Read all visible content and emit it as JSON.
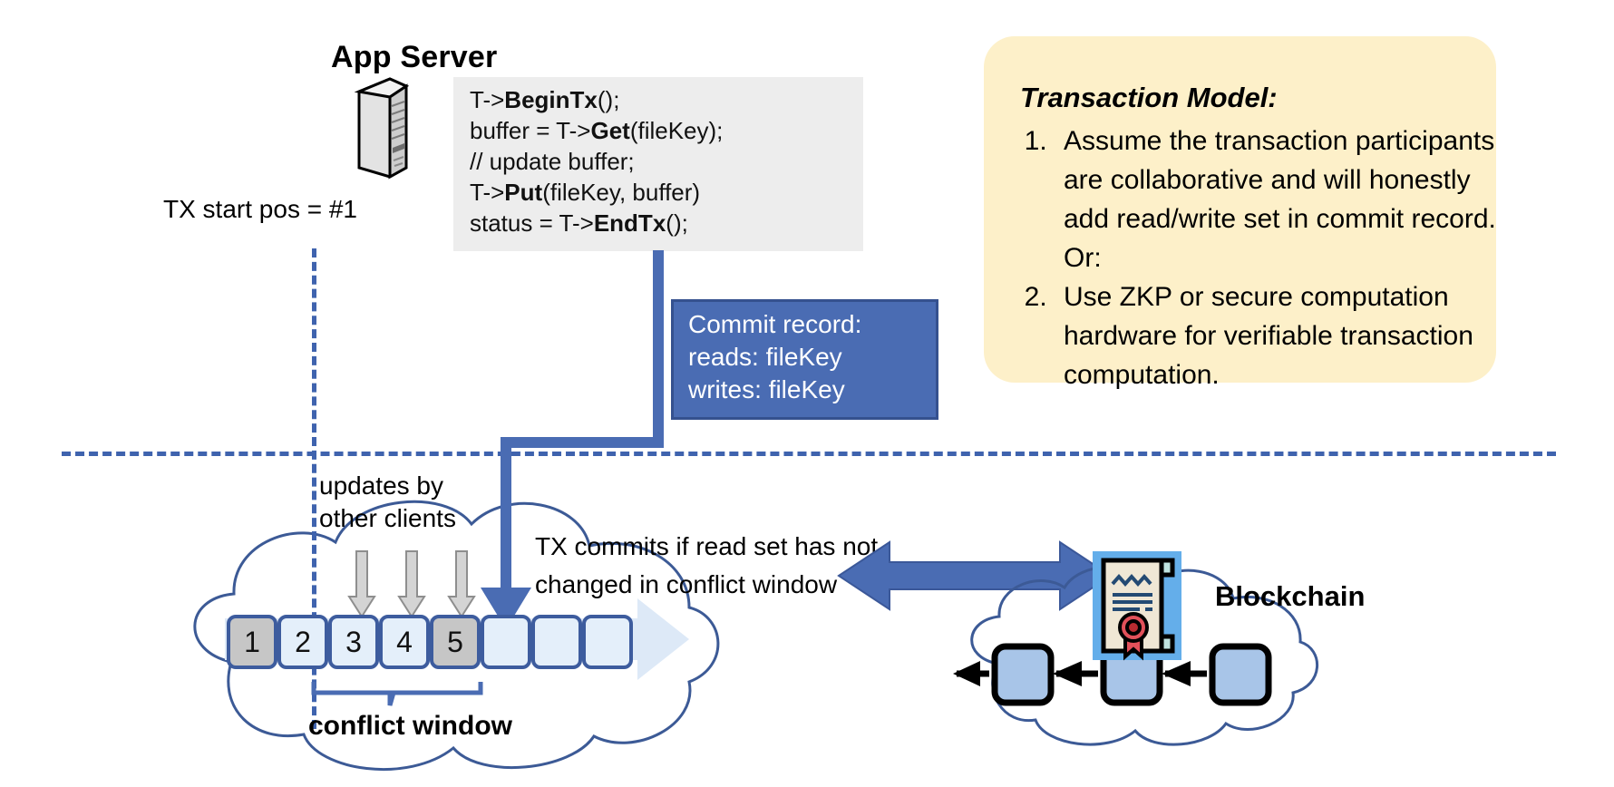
{
  "app_server": {
    "title": "App Server",
    "icon": "server-tower-icon",
    "code_lines": [
      {
        "pre": "T->",
        "bold": "BeginTx",
        "post": "();"
      },
      {
        "pre": "buffer = T->",
        "bold": "Get",
        "post": "(fileKey);"
      },
      {
        "pre": "// update buffer;",
        "bold": "",
        "post": ""
      },
      {
        "pre": "T->",
        "bold": "Put",
        "post": "(fileKey, buffer)"
      },
      {
        "pre": "status = T->",
        "bold": "EndTx",
        "post": "();"
      }
    ]
  },
  "tx_start": {
    "label": "TX start pos = #1"
  },
  "commit_record": {
    "lines": [
      "Commit record:",
      "reads: fileKey",
      "writes: fileKey"
    ],
    "fill": "#4a6cb3",
    "border": "#35518f",
    "text_color": "#ffffff"
  },
  "transaction_model": {
    "title": "Transaction Model:",
    "fill": "#fdf0c9",
    "items": [
      "Assume the transaction participants are collaborative and will honestly add read/write set in commit record.  Or:",
      "Use ZKP or secure computation hardware for verifiable transaction computation."
    ]
  },
  "log": {
    "boxes": [
      {
        "label": "1",
        "filled": true
      },
      {
        "label": "2",
        "filled": false
      },
      {
        "label": "3",
        "filled": false
      },
      {
        "label": "4",
        "filled": false
      },
      {
        "label": "5",
        "filled": true
      },
      {
        "label": "",
        "filled": false
      },
      {
        "label": "",
        "filled": false
      },
      {
        "label": "",
        "filled": false
      }
    ],
    "updates_label": [
      "updates by",
      "other clients"
    ],
    "commits_label": [
      "TX commits if read set has not",
      "changed in conflict window"
    ],
    "conflict_window_label": "conflict window",
    "box_fill": "#e4effa",
    "box_fill_used": "#c6c6c6",
    "box_border": "#3d5c9e"
  },
  "blockchain": {
    "label": "Blockchain",
    "icon": "smart-contract-certificate-icon",
    "block_count": 3,
    "block_fill": "#a8c5e8"
  },
  "colors": {
    "accent_blue": "#4a6cb3",
    "dash_blue": "#3f63ae",
    "cloud_stroke": "#3c5a96",
    "code_bg": "#ededed",
    "panel_yellow": "#fdf0c9"
  }
}
